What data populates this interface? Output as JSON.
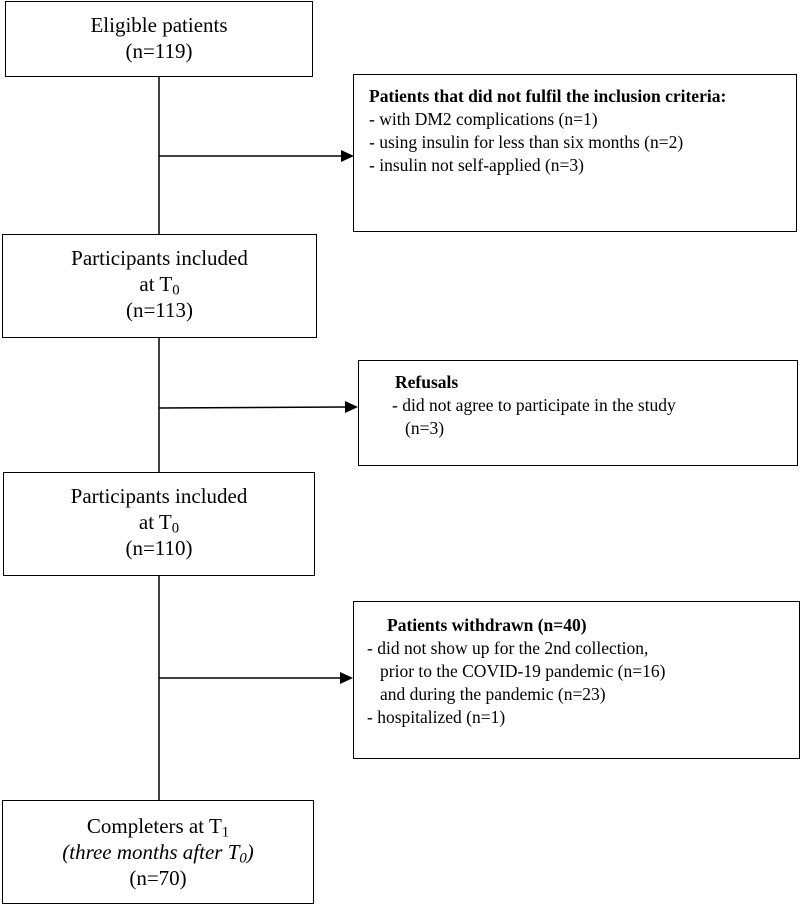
{
  "boxes": {
    "eligible": {
      "title": "Eligible patients",
      "count": "(n=119)"
    },
    "included_1": {
      "line1": "Participants included",
      "line2_prefix": "at T",
      "line2_sub": "0",
      "count": "(n=113)"
    },
    "included_2": {
      "line1": "Participants included",
      "line2_prefix": "at T",
      "line2_sub": "0",
      "count": "(n=110)"
    },
    "completers": {
      "line1_prefix": "Completers at T",
      "line1_sub": "1",
      "line2_prefix": "(three months after T",
      "line2_sub": "0",
      "line2_suffix": ")",
      "count": "(n=70)"
    }
  },
  "exclusions": {
    "criteria": {
      "heading": "Patients that did not fulfil the inclusion criteria:",
      "items": [
        "- with DM2 complications (n=1)",
        "- using insulin for less than six months (n=2)",
        "- insulin not self-applied (n=3)"
      ]
    },
    "refusals": {
      "heading": "Refusals",
      "items": [
        "- did not agree to participate in the study",
        "(n=3)"
      ]
    },
    "withdrawn": {
      "heading": "Patients withdrawn (n=40)",
      "items": [
        "- did not show up for the 2nd collection,",
        "prior to the COVID-19 pandemic (n=16)",
        "and during the pandemic (n=23)",
        "- hospitalized (n=1)"
      ]
    }
  }
}
